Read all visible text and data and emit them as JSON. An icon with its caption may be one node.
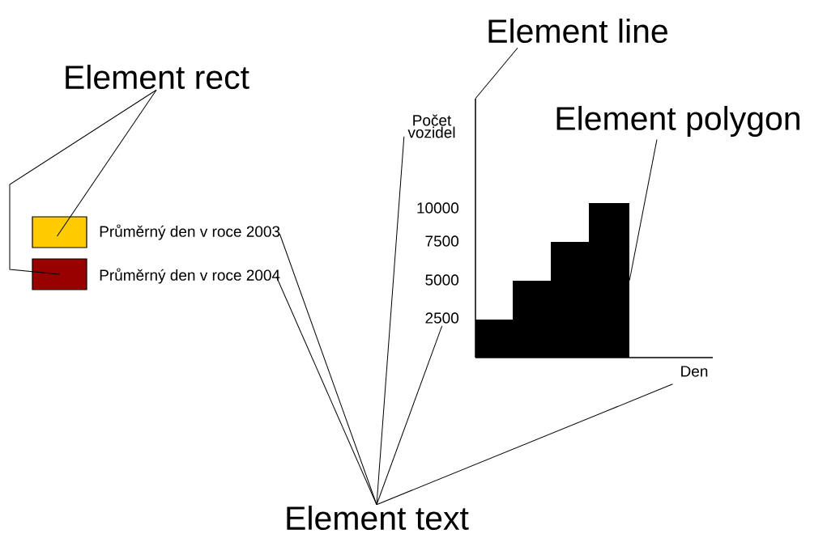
{
  "diagram": {
    "nodes": [
      {
        "text": [
          "Element rect"
        ]
      },
      {
        "text": [],
        "shape": "box"
      },
      {
        "text": [],
        "shape": "box"
      },
      {
        "text": [
          "Element line"
        ]
      },
      {
        "text": [],
        "shape": "line"
      },
      {
        "text": [
          "Element polygon"
        ]
      },
      {
        "text": [],
        "shape": "polygon"
      },
      {
        "text": [
          "Element text"
        ]
      },
      {
        "text": [
          "Průměrný den v roce 2003"
        ]
      },
      {
        "text": [
          "Průměrný den v roce 2004"
        ]
      },
      {
        "text": [
          "Počet vozidel"
        ]
      },
      {
        "text": [
          "2500"
        ]
      },
      {
        "text": [
          "Den"
        ]
      }
    ],
    "edges": [
      {
        "from": 0,
        "to": 1,
        "arrow": "none"
      },
      {
        "from": 0,
        "to": 2,
        "arrow": "none"
      },
      {
        "from": 3,
        "to": 4,
        "arrow": "none"
      },
      {
        "from": 5,
        "to": 6,
        "arrow": "none"
      },
      {
        "from": 7,
        "to": 8,
        "arrow": "none"
      },
      {
        "from": 7,
        "to": 9,
        "arrow": "none"
      },
      {
        "from": 7,
        "to": 10,
        "arrow": "none"
      },
      {
        "from": 7,
        "to": 11,
        "arrow": "none"
      },
      {
        "from": 7,
        "to": 12,
        "arrow": "none"
      }
    ],
    "labels": [
      "10000",
      "7500",
      "5000"
    ]
  }
}
